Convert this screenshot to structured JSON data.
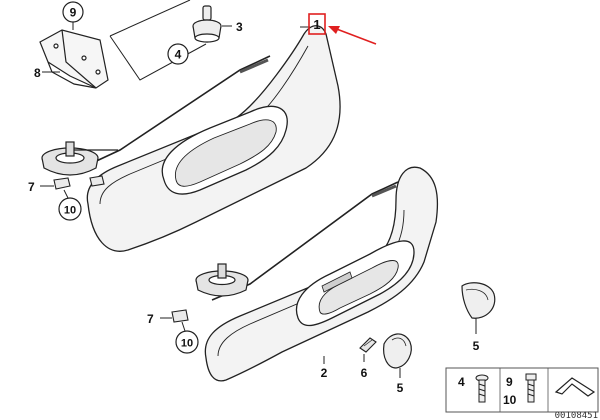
{
  "callouts": {
    "c1": "1",
    "c2": "2",
    "c3": "3",
    "c4_top": "4",
    "c5_right": "5",
    "c5_bottom": "5",
    "c6": "6",
    "c7_upper": "7",
    "c7_lower": "7",
    "c8": "8",
    "c9_top": "9",
    "c10_upper": "10",
    "c10_lower": "10"
  },
  "legend": {
    "item4": "4",
    "item9": "9",
    "item10": "10"
  },
  "reference_number": "00108451",
  "colors": {
    "line": "#222222",
    "fill": "#f4f4f4",
    "accent_arrow": "#e02020",
    "highlight_box": "#e02020"
  }
}
